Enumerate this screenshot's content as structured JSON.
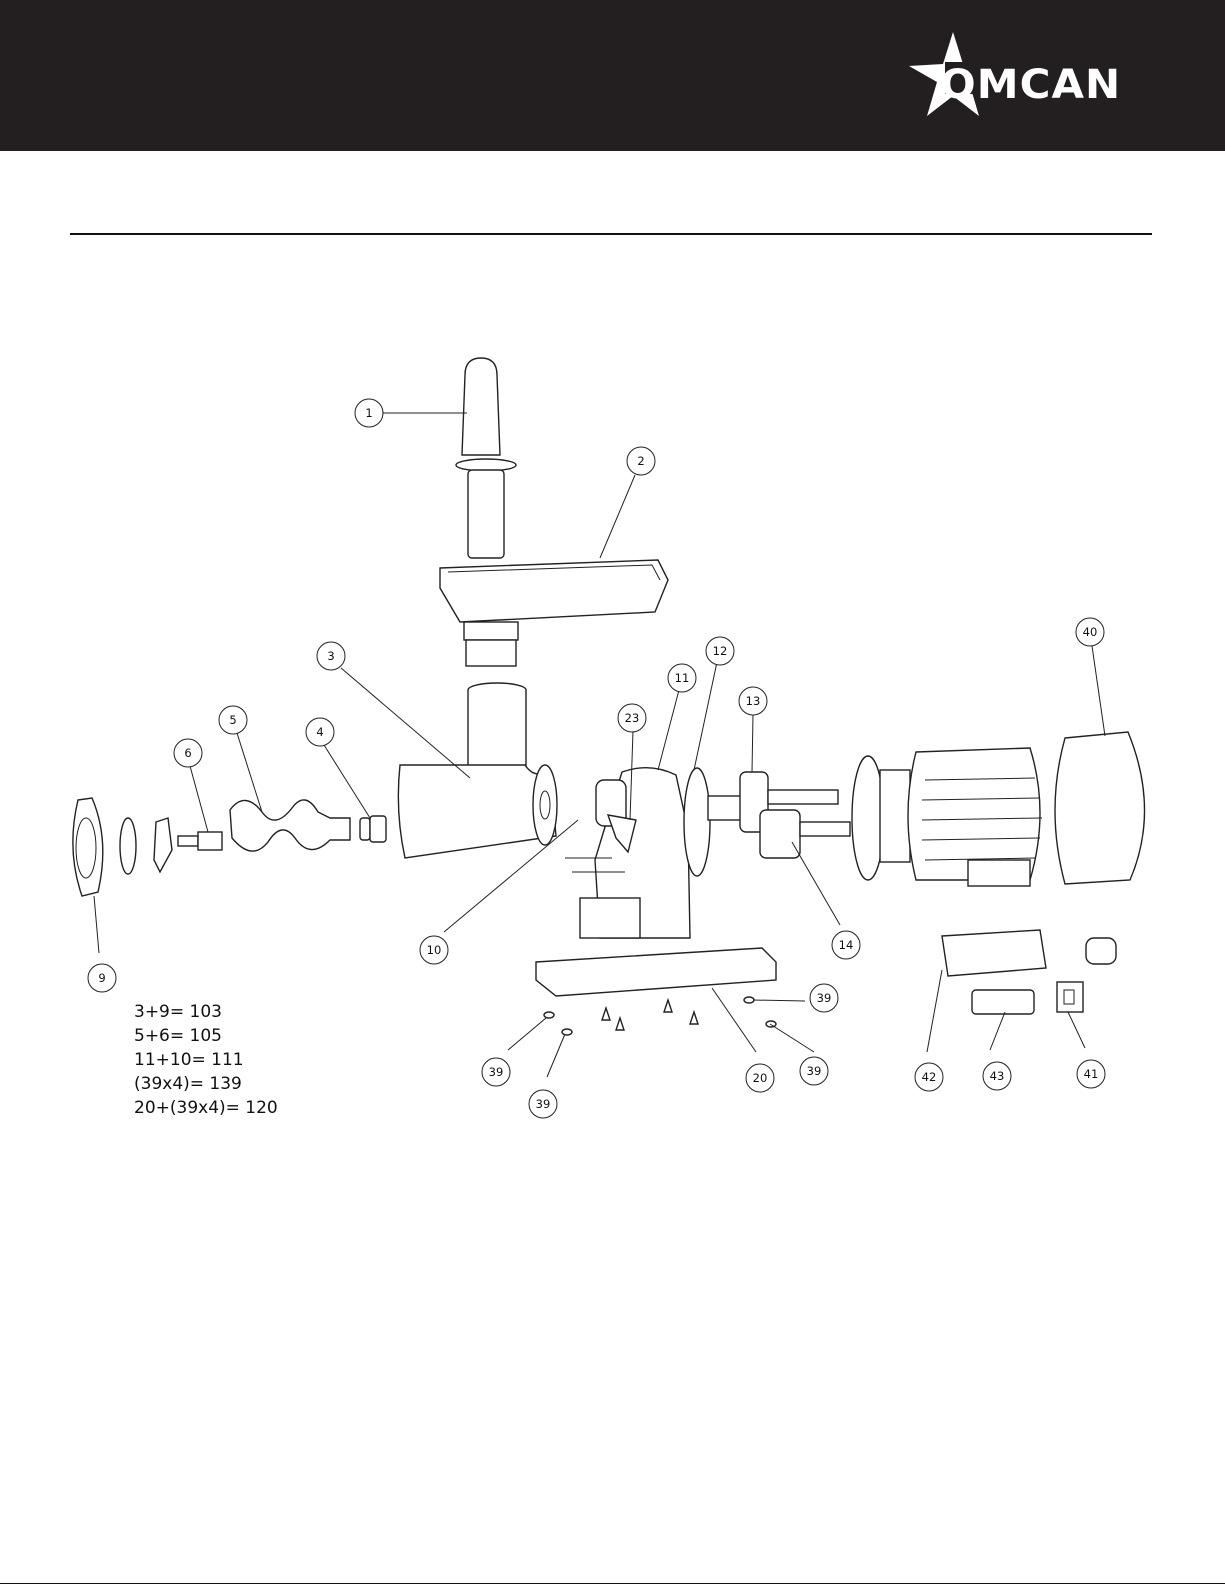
{
  "brand": {
    "name": "OMCAN",
    "header_color": "#231f20"
  },
  "callouts": [
    "1",
    "2",
    "3",
    "4",
    "5",
    "6",
    "9",
    "10",
    "11",
    "12",
    "13",
    "14",
    "23",
    "40",
    "20",
    "39",
    "39",
    "39",
    "39",
    "41",
    "42",
    "43"
  ],
  "legend": [
    "3+9= 103",
    "5+6= 105",
    "11+10= 111",
    "(39x4)= 139",
    "20+(39x4)= 120"
  ]
}
